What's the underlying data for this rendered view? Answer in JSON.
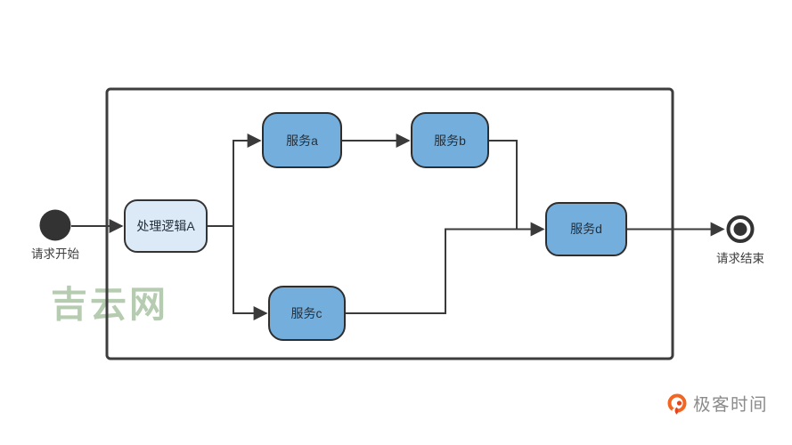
{
  "diagram": {
    "title": "request-flow-activity-diagram",
    "start": {
      "label": "请求开始"
    },
    "end": {
      "label": "请求结束"
    },
    "nodes": {
      "logic_a": {
        "label": "处理逻辑A"
      },
      "service_a": {
        "label": "服务a"
      },
      "service_b": {
        "label": "服务b"
      },
      "service_c": {
        "label": "服务c"
      },
      "service_d": {
        "label": "服务d"
      }
    },
    "edges": [
      {
        "from": "start",
        "to": "logic_a"
      },
      {
        "from": "logic_a",
        "to": "service_a"
      },
      {
        "from": "logic_a",
        "to": "service_c"
      },
      {
        "from": "service_a",
        "to": "service_b"
      },
      {
        "from": "service_b",
        "to": "service_d"
      },
      {
        "from": "service_c",
        "to": "service_d"
      },
      {
        "from": "service_d",
        "to": "end"
      }
    ]
  },
  "watermark": {
    "text": "吉云网"
  },
  "branding": {
    "logo_text": "极客时间"
  },
  "colors": {
    "line": "#3a3a3a",
    "container_border": "#3d3d3d",
    "container_fill": "#ffffff",
    "service_fill": "#74aedc",
    "service_border": "#2e2e2e",
    "logic_fill": "#dce9f7",
    "logic_border": "#333333",
    "node_text": "#24303c",
    "terminal_fill": "#333333",
    "terminal_text": "#3d3d3d",
    "watermark": "#b6ccb0",
    "logo_orange": "#f26522",
    "logo_orange_dark": "#e8431f",
    "logo_text": "#8b8b8b",
    "white": "#ffffff"
  }
}
